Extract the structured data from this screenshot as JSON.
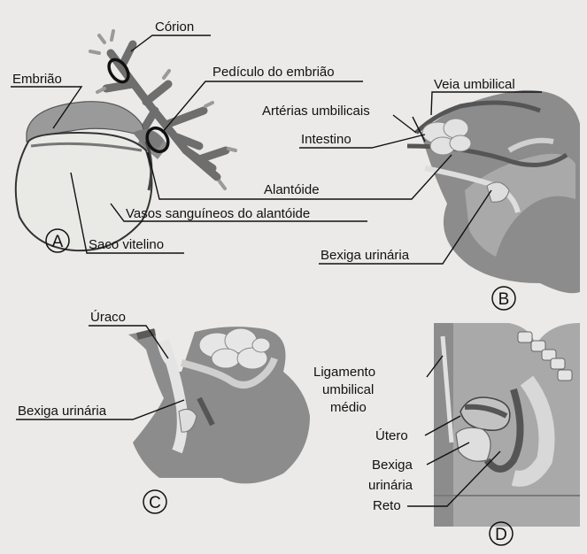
{
  "diagram": {
    "panels": {
      "a": "A",
      "b": "B",
      "c": "C",
      "d": "D"
    },
    "labels": {
      "corion": "Córion",
      "embriao": "Embrião",
      "pediculo": "Pedículo do embrião",
      "veia_umbilical": "Veia umbilical",
      "arterias_umbilicais": "Artérias umbilicais",
      "intestino": "Intestino",
      "alantoide": "Alantóide",
      "vasos_alantoide": "Vasos sanguíneos do alantóide",
      "saco_vitelino": "Saco vitelino",
      "bexiga_b": "Bexiga urinária",
      "uraco": "Úraco",
      "bexiga_c": "Bexiga urinária",
      "ligamento_1": "Ligamento",
      "ligamento_2": "umbilical",
      "ligamento_3": "médio",
      "utero": "Útero",
      "bexiga_d_1": "Bexiga",
      "bexiga_d_2": "urinária",
      "reto": "Reto"
    },
    "colors": {
      "background": "#ebeae8",
      "tissue_dark": "#8c8c8c",
      "tissue_mid": "#a9a9a9",
      "tissue_light": "#d3d3d3",
      "sac_fill": "#e8e8e6",
      "vessel_dark": "#555555"
    }
  }
}
